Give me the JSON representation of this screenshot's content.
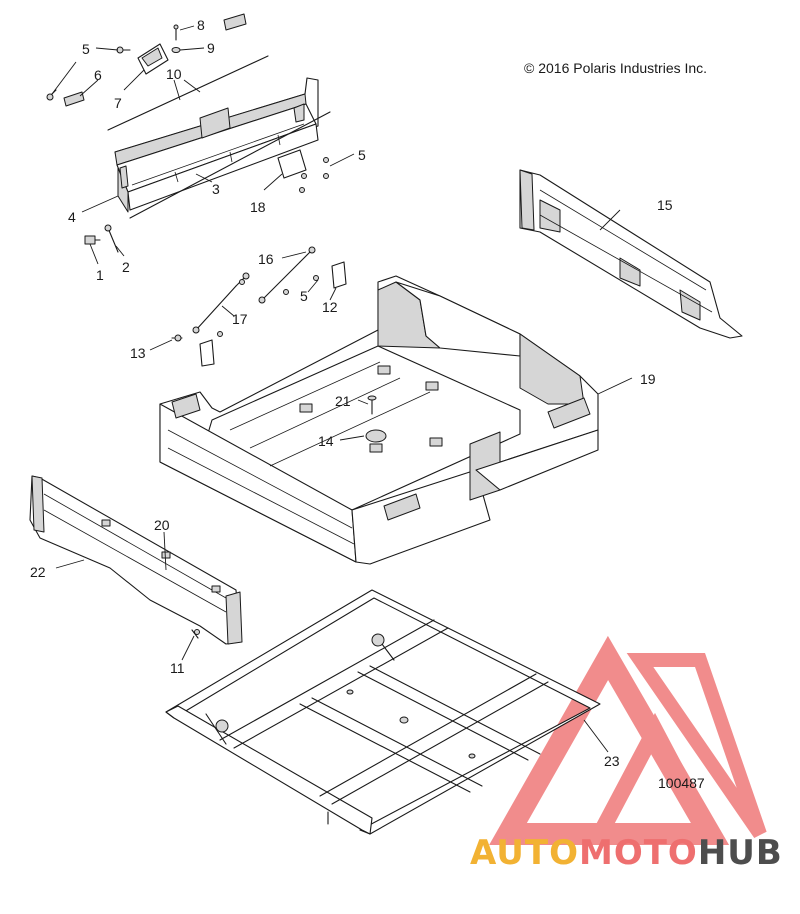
{
  "diagram": {
    "copyright": "© 2016 Polaris Industries Inc.",
    "figure_number": "100487",
    "callouts": [
      "1",
      "2",
      "3",
      "4",
      "5",
      "5",
      "5",
      "6",
      "7",
      "8",
      "9",
      "10",
      "11",
      "12",
      "13",
      "14",
      "15",
      "16",
      "17",
      "18",
      "19",
      "20",
      "21",
      "22",
      "23"
    ]
  },
  "watermark": {
    "word_auto": "AUTO",
    "word_moto": "MOTO",
    "word_hub": "HUB",
    "color_auto": "#f2b233",
    "color_moto": "#ee6f6f",
    "color_hub": "#4d4d4d",
    "triangle_color": "#f08080"
  }
}
